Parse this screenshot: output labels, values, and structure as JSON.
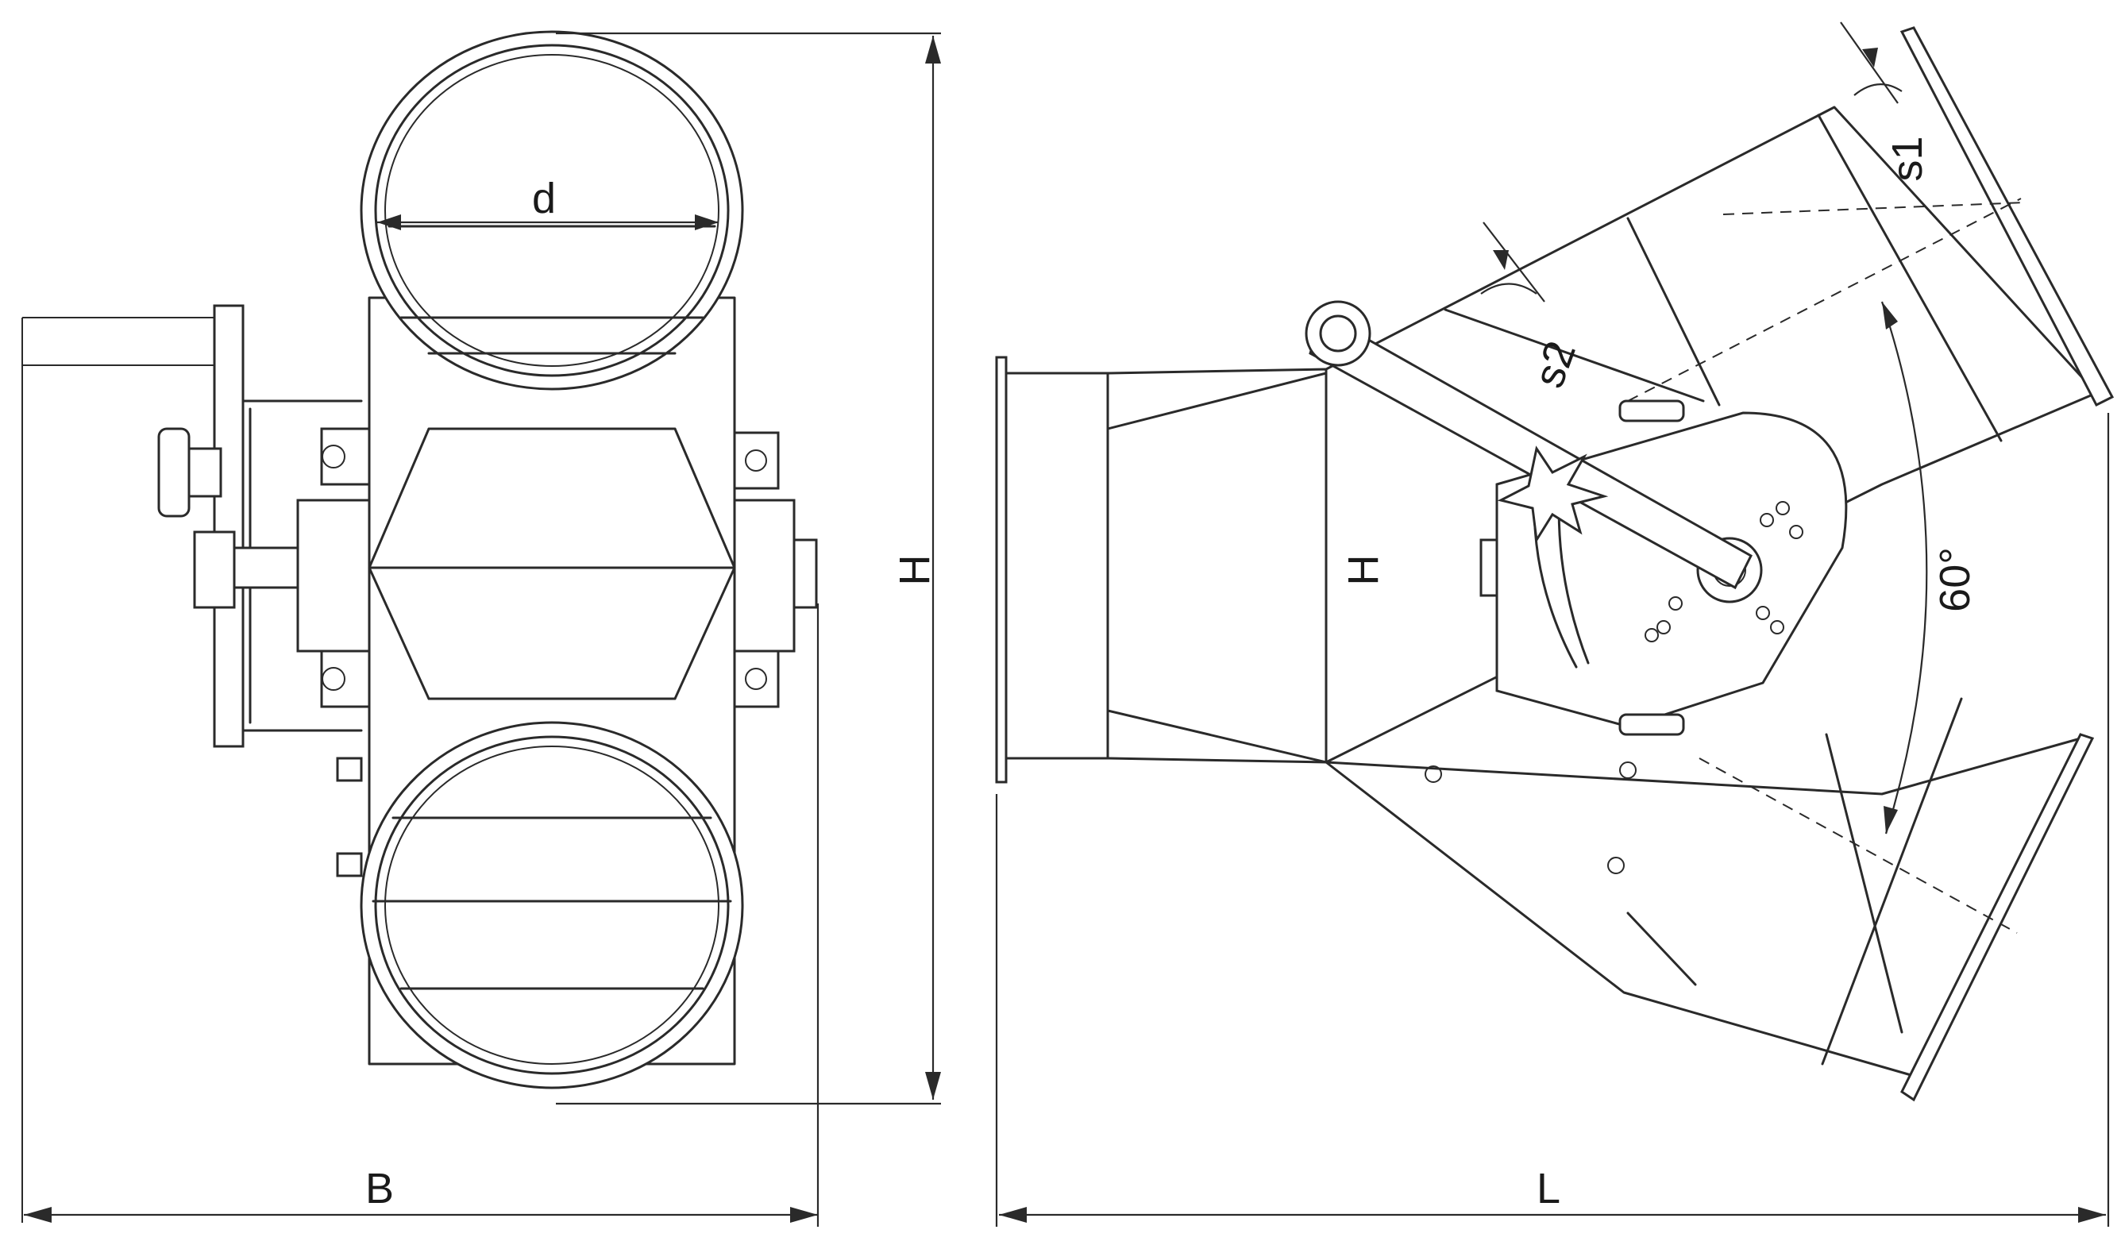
{
  "labels": {
    "diameter": "d",
    "height_front": "H",
    "height_side": "H",
    "width": "B",
    "length": "L",
    "thickness_1": "s1",
    "thickness_2": "s2",
    "angle": "60°"
  }
}
